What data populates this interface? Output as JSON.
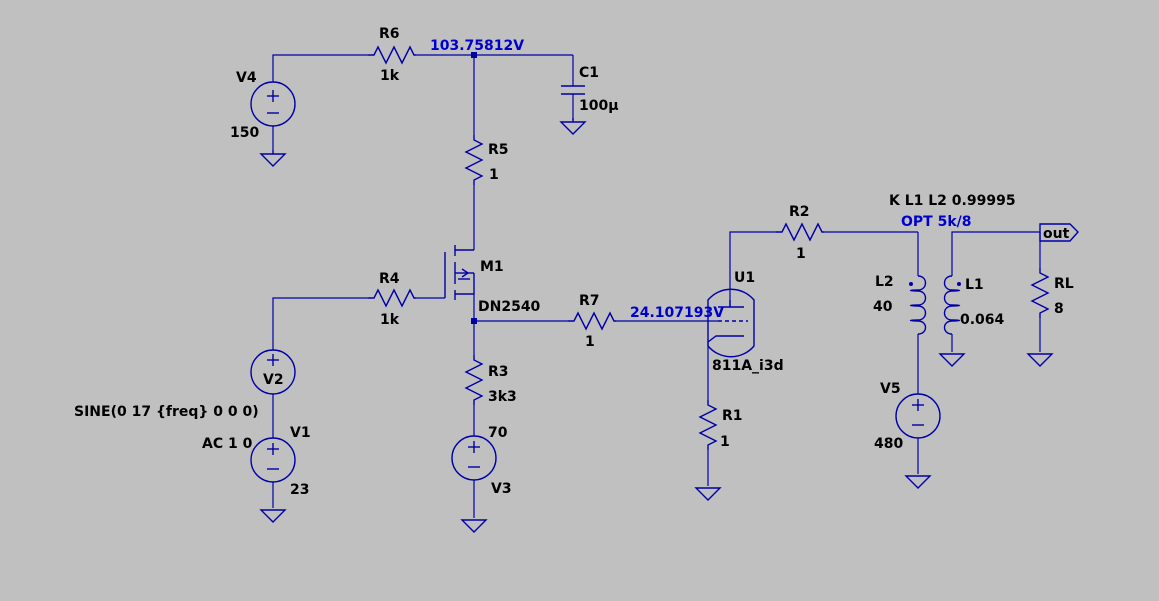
{
  "schematic": {
    "background": "#c0c0c0",
    "wire_color": "#0000a8",
    "voltage_color": "#0000cc",
    "components": {
      "V4": {
        "name": "V4",
        "value": "150"
      },
      "R6": {
        "name": "R6",
        "value": "1k"
      },
      "C1": {
        "name": "C1",
        "value": "100µ"
      },
      "R5": {
        "name": "R5",
        "value": "1"
      },
      "M1": {
        "name": "M1",
        "value": "DN2540"
      },
      "R4": {
        "name": "R4",
        "value": "1k"
      },
      "R3": {
        "name": "R3",
        "value": "3k3"
      },
      "V3": {
        "name": "V3",
        "value": "70"
      },
      "V2": {
        "name": "V2",
        "value": "SINE(0 17 {freq} 0 0 0)"
      },
      "V1": {
        "name": "V1",
        "value": "23",
        "ac": "AC 1 0"
      },
      "R7": {
        "name": "R7",
        "value": "1"
      },
      "U1": {
        "name": "U1",
        "value": "811A_i3d"
      },
      "R1": {
        "name": "R1",
        "value": "1"
      },
      "R2": {
        "name": "R2",
        "value": "1"
      },
      "L2": {
        "name": "L2",
        "value": "40"
      },
      "L1": {
        "name": "L1",
        "value": "0.064"
      },
      "V5": {
        "name": "V5",
        "value": "480"
      },
      "RL": {
        "name": "RL",
        "value": "8"
      }
    },
    "directives": {
      "coupling": "K L1 L2 0.99995",
      "opt_label": "OPT 5k/8"
    },
    "net_labels": {
      "out": "out"
    },
    "node_voltages": {
      "supply_node": "103.75812V",
      "grid_node": "24.107193V"
    }
  }
}
